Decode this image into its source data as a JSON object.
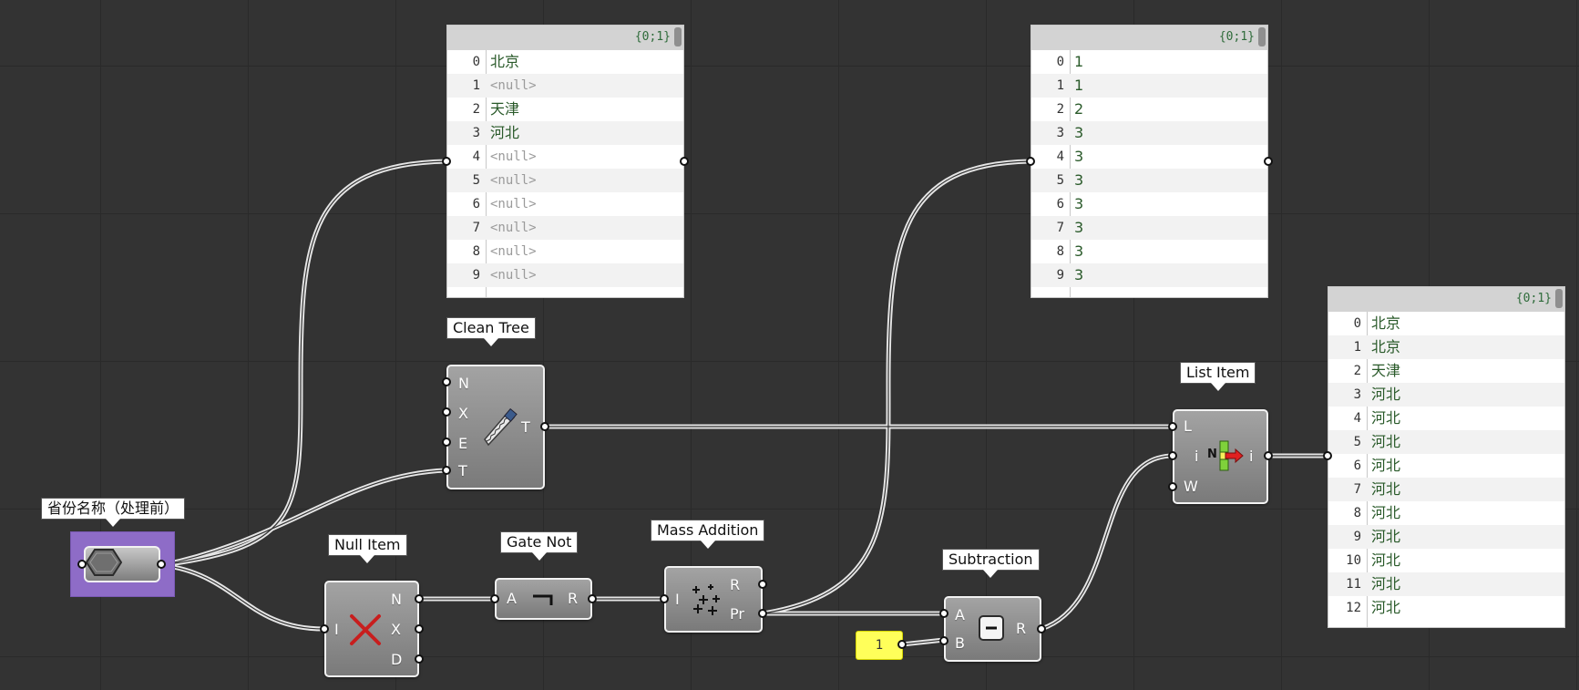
{
  "colors": {
    "canvas": "#333333",
    "grid": "#2a2a2a",
    "wire": "#e6e6e6",
    "group": "#8e6cc7",
    "panel_text": "#2a5a2a",
    "null_text": "#9a9a9a",
    "number_slider": "#ffff5a"
  },
  "panels": {
    "top_left": {
      "path": "{0;1}",
      "rows": [
        {
          "index": "0",
          "value": "北京",
          "is_null": false
        },
        {
          "index": "1",
          "value": "<null>",
          "is_null": true
        },
        {
          "index": "2",
          "value": "天津",
          "is_null": false
        },
        {
          "index": "3",
          "value": "河北",
          "is_null": false
        },
        {
          "index": "4",
          "value": "<null>",
          "is_null": true
        },
        {
          "index": "5",
          "value": "<null>",
          "is_null": true
        },
        {
          "index": "6",
          "value": "<null>",
          "is_null": true
        },
        {
          "index": "7",
          "value": "<null>",
          "is_null": true
        },
        {
          "index": "8",
          "value": "<null>",
          "is_null": true
        },
        {
          "index": "9",
          "value": "<null>",
          "is_null": true
        }
      ]
    },
    "top_right": {
      "path": "{0;1}",
      "rows": [
        {
          "index": "0",
          "value": "1"
        },
        {
          "index": "1",
          "value": "1"
        },
        {
          "index": "2",
          "value": "2"
        },
        {
          "index": "3",
          "value": "3"
        },
        {
          "index": "4",
          "value": "3"
        },
        {
          "index": "5",
          "value": "3"
        },
        {
          "index": "6",
          "value": "3"
        },
        {
          "index": "7",
          "value": "3"
        },
        {
          "index": "8",
          "value": "3"
        },
        {
          "index": "9",
          "value": "3"
        }
      ]
    },
    "result": {
      "path": "{0;1}",
      "rows": [
        {
          "index": "0",
          "value": "北京"
        },
        {
          "index": "1",
          "value": "北京"
        },
        {
          "index": "2",
          "value": "天津"
        },
        {
          "index": "3",
          "value": "河北"
        },
        {
          "index": "4",
          "value": "河北"
        },
        {
          "index": "5",
          "value": "河北"
        },
        {
          "index": "6",
          "value": "河北"
        },
        {
          "index": "7",
          "value": "河北"
        },
        {
          "index": "8",
          "value": "河北"
        },
        {
          "index": "9",
          "value": "河北"
        },
        {
          "index": "10",
          "value": "河北"
        },
        {
          "index": "11",
          "value": "河北"
        },
        {
          "index": "12",
          "value": "河北"
        }
      ]
    }
  },
  "components": {
    "province_param": {
      "tag": "省份名称（处理前）",
      "icon": "hexagon-icon"
    },
    "clean_tree": {
      "tag": "Clean Tree",
      "inputs": [
        "N",
        "X",
        "E",
        "T"
      ],
      "output": "T",
      "icon": "saw-icon"
    },
    "null_item": {
      "tag": "Null Item",
      "input": "I",
      "outputs": [
        "N",
        "X",
        "D"
      ],
      "icon": "red-x-icon"
    },
    "gate_not": {
      "tag": "Gate Not",
      "input": "A",
      "output": "R",
      "icon": "not-gate-icon"
    },
    "mass_addition": {
      "tag": "Mass Addition",
      "input": "I",
      "outputs": [
        "R",
        "Pr"
      ],
      "icon": "mass-addition-icon"
    },
    "subtraction": {
      "tag": "Subtraction",
      "inputs": [
        "A",
        "B"
      ],
      "output": "R",
      "icon": "minus-icon"
    },
    "list_item": {
      "tag": "List Item",
      "inputs": [
        "L",
        "i",
        "W"
      ],
      "output": "i",
      "icon": "list-item-icon",
      "icon_letter": "N"
    },
    "number_slider": {
      "value": "1"
    }
  }
}
